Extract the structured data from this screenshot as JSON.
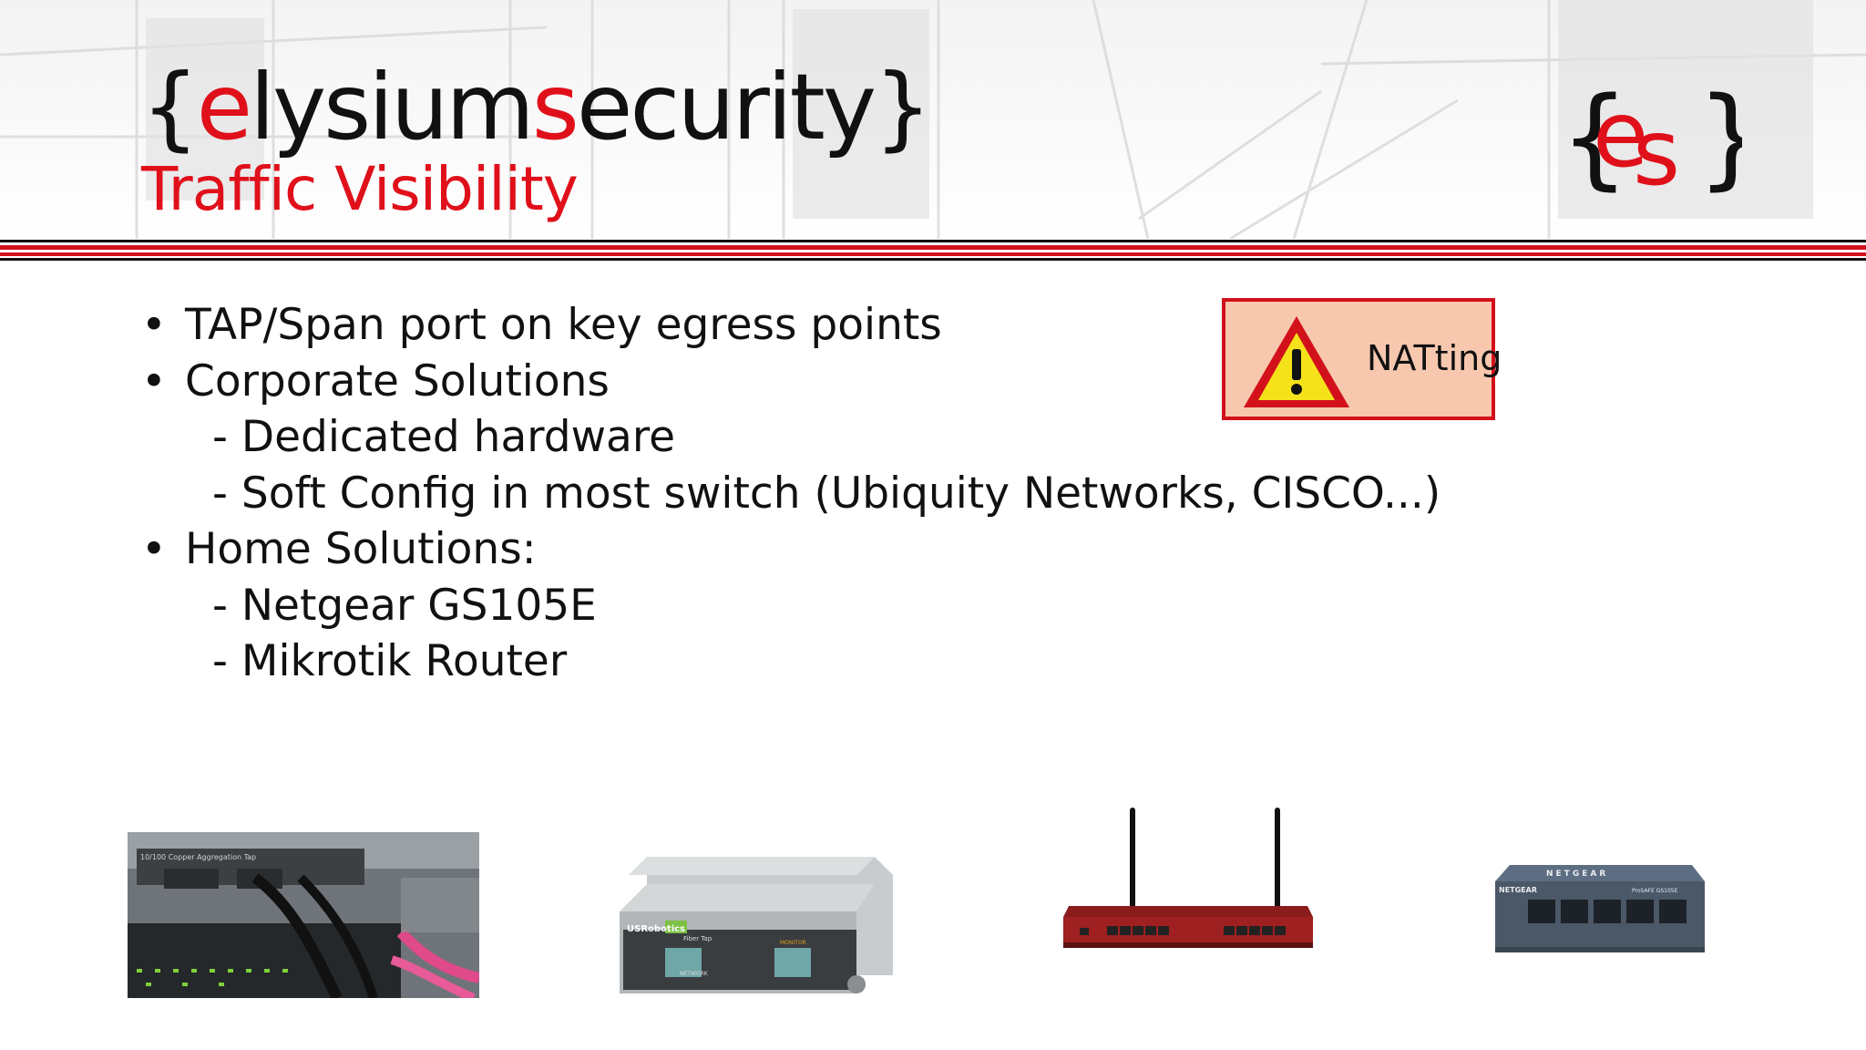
{
  "header": {
    "brand_open": "{",
    "brand_e": "e",
    "brand_lysium": "lysium",
    "brand_s": "s",
    "brand_ecurity": "ecurity}",
    "subtitle": "Traffic Visibility",
    "logo_text": "es"
  },
  "content": {
    "items": [
      {
        "bullet": "•",
        "text": "TAP/Span port on key egress points"
      },
      {
        "bullet": "•",
        "text": "Corporate Solutions"
      },
      {
        "bullet": "",
        "text": "- Dedicated hardware"
      },
      {
        "bullet": "",
        "text": "- Soft Config in most switch (Ubiquity Networks, CISCO...)"
      },
      {
        "bullet": "•",
        "text": "Home Solutions:"
      },
      {
        "bullet": "",
        "text": "- Netgear GS105E"
      },
      {
        "bullet": "",
        "text": "- Mikrotik Router"
      }
    ]
  },
  "warning": {
    "label": "NATting",
    "icon": "warning-triangle-icon"
  },
  "images": {
    "tap_photo_label": "10/100 Copper Aggregation Tap",
    "fiber_brand": "USRobotics",
    "fiber_label": "Fiber Tap",
    "fiber_network": "NETWORK",
    "fiber_monitor": "MONITOR",
    "netgear_brand": "NETGEAR",
    "netgear_model": "ProSAFE GS105E"
  },
  "colors": {
    "accent": "#e0101a",
    "warning_bg": "#f7c8ae",
    "warning_border": "#d2111b"
  }
}
